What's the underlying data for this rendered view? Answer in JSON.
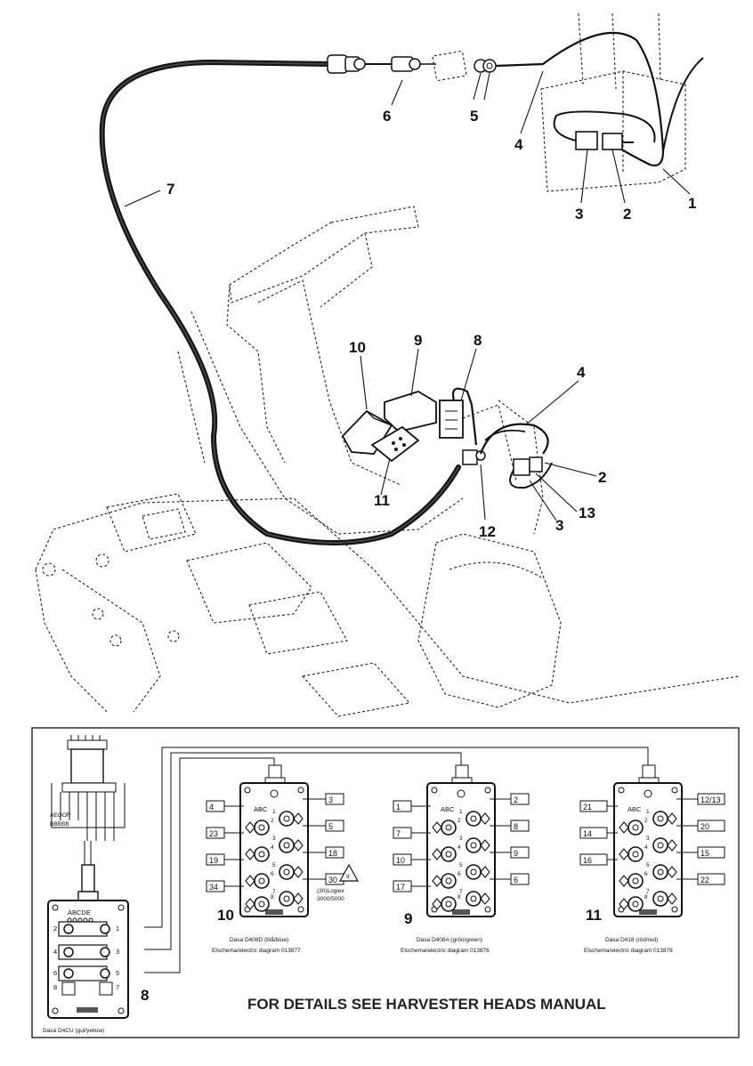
{
  "callouts": {
    "c1": "1",
    "c2_top": "2",
    "c3_top": "3",
    "c4_top": "4",
    "c5": "5",
    "c6": "6",
    "c7": "7",
    "c8": "8",
    "c9": "9",
    "c10": "10",
    "c11": "11",
    "c12": "12",
    "c13": "13",
    "c4_mid": "4",
    "c2_mid": "2",
    "c3_mid": "3"
  },
  "schematic": {
    "panel8": {
      "number": "8",
      "pin_header": "ABCDE",
      "caption": "Dasa D4CU (gul/yellow)",
      "pins_left": [
        "2",
        "4",
        "6",
        "8"
      ],
      "pins_right": [
        "1",
        "3",
        "5",
        "7"
      ]
    },
    "panel10": {
      "number": "10",
      "abc": "ABC",
      "left_boxes": [
        "4",
        "23",
        "19",
        "34"
      ],
      "right_boxes": [
        "3",
        "5",
        "18",
        "30"
      ],
      "pin_numbers": [
        "1",
        "2",
        "3",
        "4",
        "5",
        "6",
        "7",
        "8"
      ],
      "note_line1": "(30)Logiex",
      "note_line2": "3000/5000",
      "warning_num": "9",
      "caption1": "Dasa D408D (blå/blue)",
      "caption2": "Elschema/electric diagram 013877"
    },
    "panel9": {
      "number": "9",
      "abc": "ABC",
      "left_boxes": [
        "1",
        "7",
        "10",
        "17"
      ],
      "right_boxes": [
        "2",
        "8",
        "9",
        "6"
      ],
      "pin_numbers": [
        "1",
        "2",
        "3",
        "4",
        "5",
        "6",
        "7",
        "8"
      ],
      "caption1": "Dasa D408A (grön/green)",
      "caption2": "Elschema/electric diagram 013876"
    },
    "panel11": {
      "number": "11",
      "abc": "ABC",
      "left_boxes": [
        "21",
        "14",
        "16"
      ],
      "right_boxes": [
        "12/13",
        "20",
        "15",
        "22"
      ],
      "pin_numbers": [
        "1",
        "2",
        "3",
        "4",
        "5",
        "6",
        "7",
        "8"
      ],
      "caption1": "Dasa D418 (röd/red)",
      "caption2": "Elschema/electric diagram 013878"
    },
    "footer": "FOR DETAILS SEE HARVESTER HEADS MANUAL"
  }
}
